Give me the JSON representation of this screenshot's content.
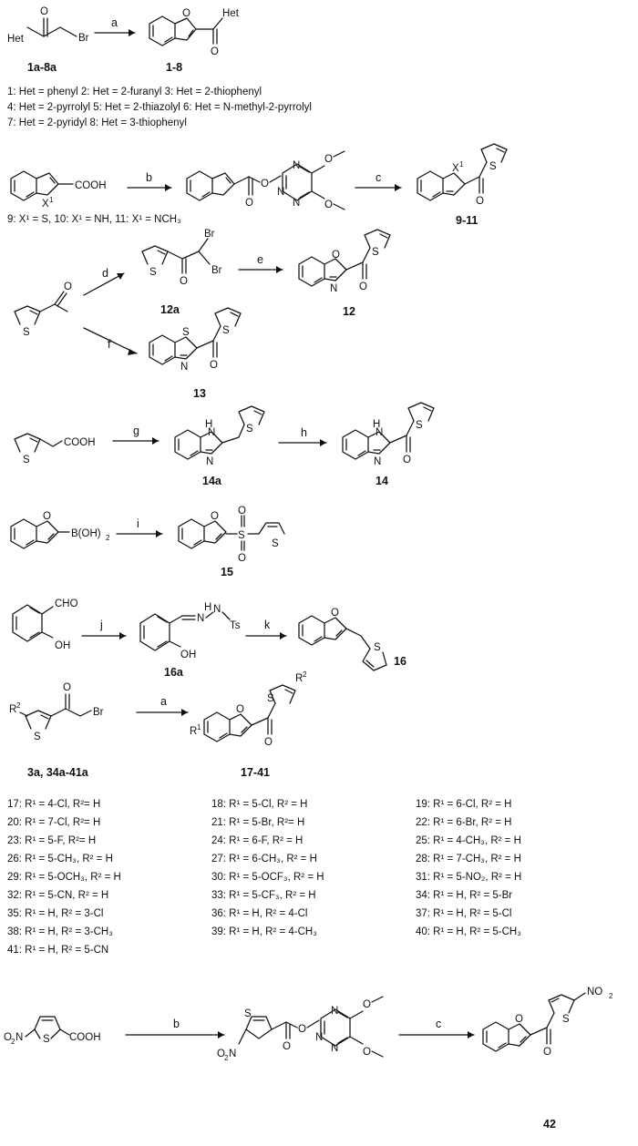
{
  "defs_1_8": [
    "1: Het = phenyl  2: Het = 2-furanyl  3: Het = 2-thiophenyl",
    "4: Het = 2-pyrrolyl  5: Het = 2-thiazolyl  6: Het = N-methyl-2-pyrrolyl",
    "7: Het = 2-pyridyl  8: Het = 3-thiophenyl"
  ],
  "defs_9_11": "9: X¹ = S, 10: X¹ = NH, 11: X¹ = NCH₃",
  "defs_17_41": [
    [
      "17: R¹ = 4-Cl, R²= H",
      "18: R¹ = 5-Cl, R² = H",
      "19: R¹ = 6-Cl, R² = H"
    ],
    [
      "20: R¹ = 7-Cl, R²= H",
      "21: R¹ = 5-Br, R²= H",
      "22: R¹ = 6-Br, R² = H"
    ],
    [
      "23: R¹ = 5-F, R²= H",
      "24: R¹ = 6-F, R² = H",
      "25: R¹ = 4-CH₃, R² = H"
    ],
    [
      "26: R¹ = 5-CH₃, R² = H",
      "27: R¹ = 6-CH₃, R² = H",
      "28: R¹ = 7-CH₃, R² = H"
    ],
    [
      "29: R¹ = 5-OCH₃, R² = H",
      "30: R¹ = 5-OCF₃, R² = H",
      "31: R¹ = 5-NO₂, R² = H"
    ],
    [
      "32: R¹ = 5-CN, R² = H",
      "33: R¹ = 5-CF₃, R² = H",
      "34: R¹ = H, R² = 5-Br"
    ],
    [
      "35: R¹ = H, R² = 3-Cl",
      "36: R¹ = H, R² = 4-Cl",
      "37: R¹ = H, R² = 5-Cl"
    ],
    [
      "38: R¹ = H, R² = 3-CH₃",
      "39: R¹ = H, R² = 4-CH₃",
      "40: R¹ = H, R² = 5-CH₃"
    ],
    [
      "41: R¹ = H, R² = 5-CN",
      "",
      ""
    ]
  ],
  "reagents": {
    "a": "a",
    "b": "b",
    "c": "c",
    "d": "d",
    "e": "e",
    "f": "f",
    "g": "g",
    "h": "h",
    "i": "i",
    "j": "j",
    "k": "k"
  },
  "compound_labels": {
    "c1a_8a": "1a-8a",
    "c1_8": "1-8",
    "c9_11": "9-11",
    "c12a": "12a",
    "c12": "12",
    "c13": "13",
    "c14a": "14a",
    "c14": "14",
    "c15": "15",
    "c16a": "16a",
    "c16": "16",
    "c3a": "3a, 34a-41a",
    "c17_41": "17-41",
    "c42": "42"
  },
  "atoms": {
    "het": "Het",
    "br": "Br",
    "o": "O",
    "s": "S",
    "n": "N",
    "nh": "H",
    "x1": "X",
    "x1sup": "1",
    "cooh": "COOH",
    "cho": "CHO",
    "oh": "OH",
    "boh2": "B(OH)",
    "ts": "Ts",
    "r1": "R",
    "r2": "R",
    "sup1": "1",
    "sup2": "2",
    "no2": "NO",
    "o2n": "O",
    "sub2": "2"
  }
}
